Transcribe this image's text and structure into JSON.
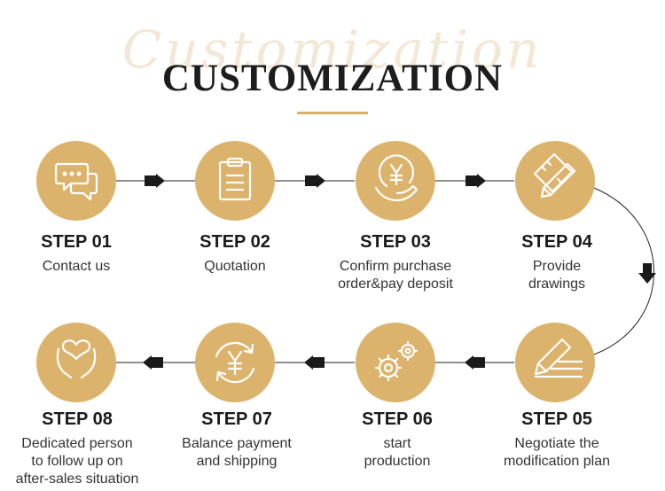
{
  "header": {
    "title": "CUSTOMIZATION",
    "script_text": "Customization",
    "accent_color": "#d8b26a"
  },
  "colors": {
    "circle": "#dcb36c",
    "icon": "#ffffff",
    "connector": "#222222"
  },
  "steps": [
    {
      "title": "STEP 01",
      "lines": [
        "Contact us"
      ],
      "icon": "chat-bubbles-icon"
    },
    {
      "title": "STEP 02",
      "lines": [
        "Quotation"
      ],
      "icon": "clipboard-list-icon"
    },
    {
      "title": "STEP 03",
      "lines": [
        "Confirm purchase",
        "order&pay deposit"
      ],
      "icon": "yen-coin-hand-icon"
    },
    {
      "title": "STEP 04",
      "lines": [
        "Provide",
        "drawings"
      ],
      "icon": "pencil-ruler-icon"
    },
    {
      "title": "STEP 05",
      "lines": [
        "Negotiate the",
        "modification plan"
      ],
      "icon": "pencil-edit-icon"
    },
    {
      "title": "STEP 06",
      "lines": [
        "start",
        "production"
      ],
      "icon": "gears-icon"
    },
    {
      "title": "STEP 07",
      "lines": [
        "Balance payment",
        "and shipping"
      ],
      "icon": "yen-cycle-icon"
    },
    {
      "title": "STEP 08",
      "lines": [
        "Dedicated person",
        "to follow up on",
        "after-sales situation"
      ],
      "icon": "heart-hands-icon"
    }
  ]
}
